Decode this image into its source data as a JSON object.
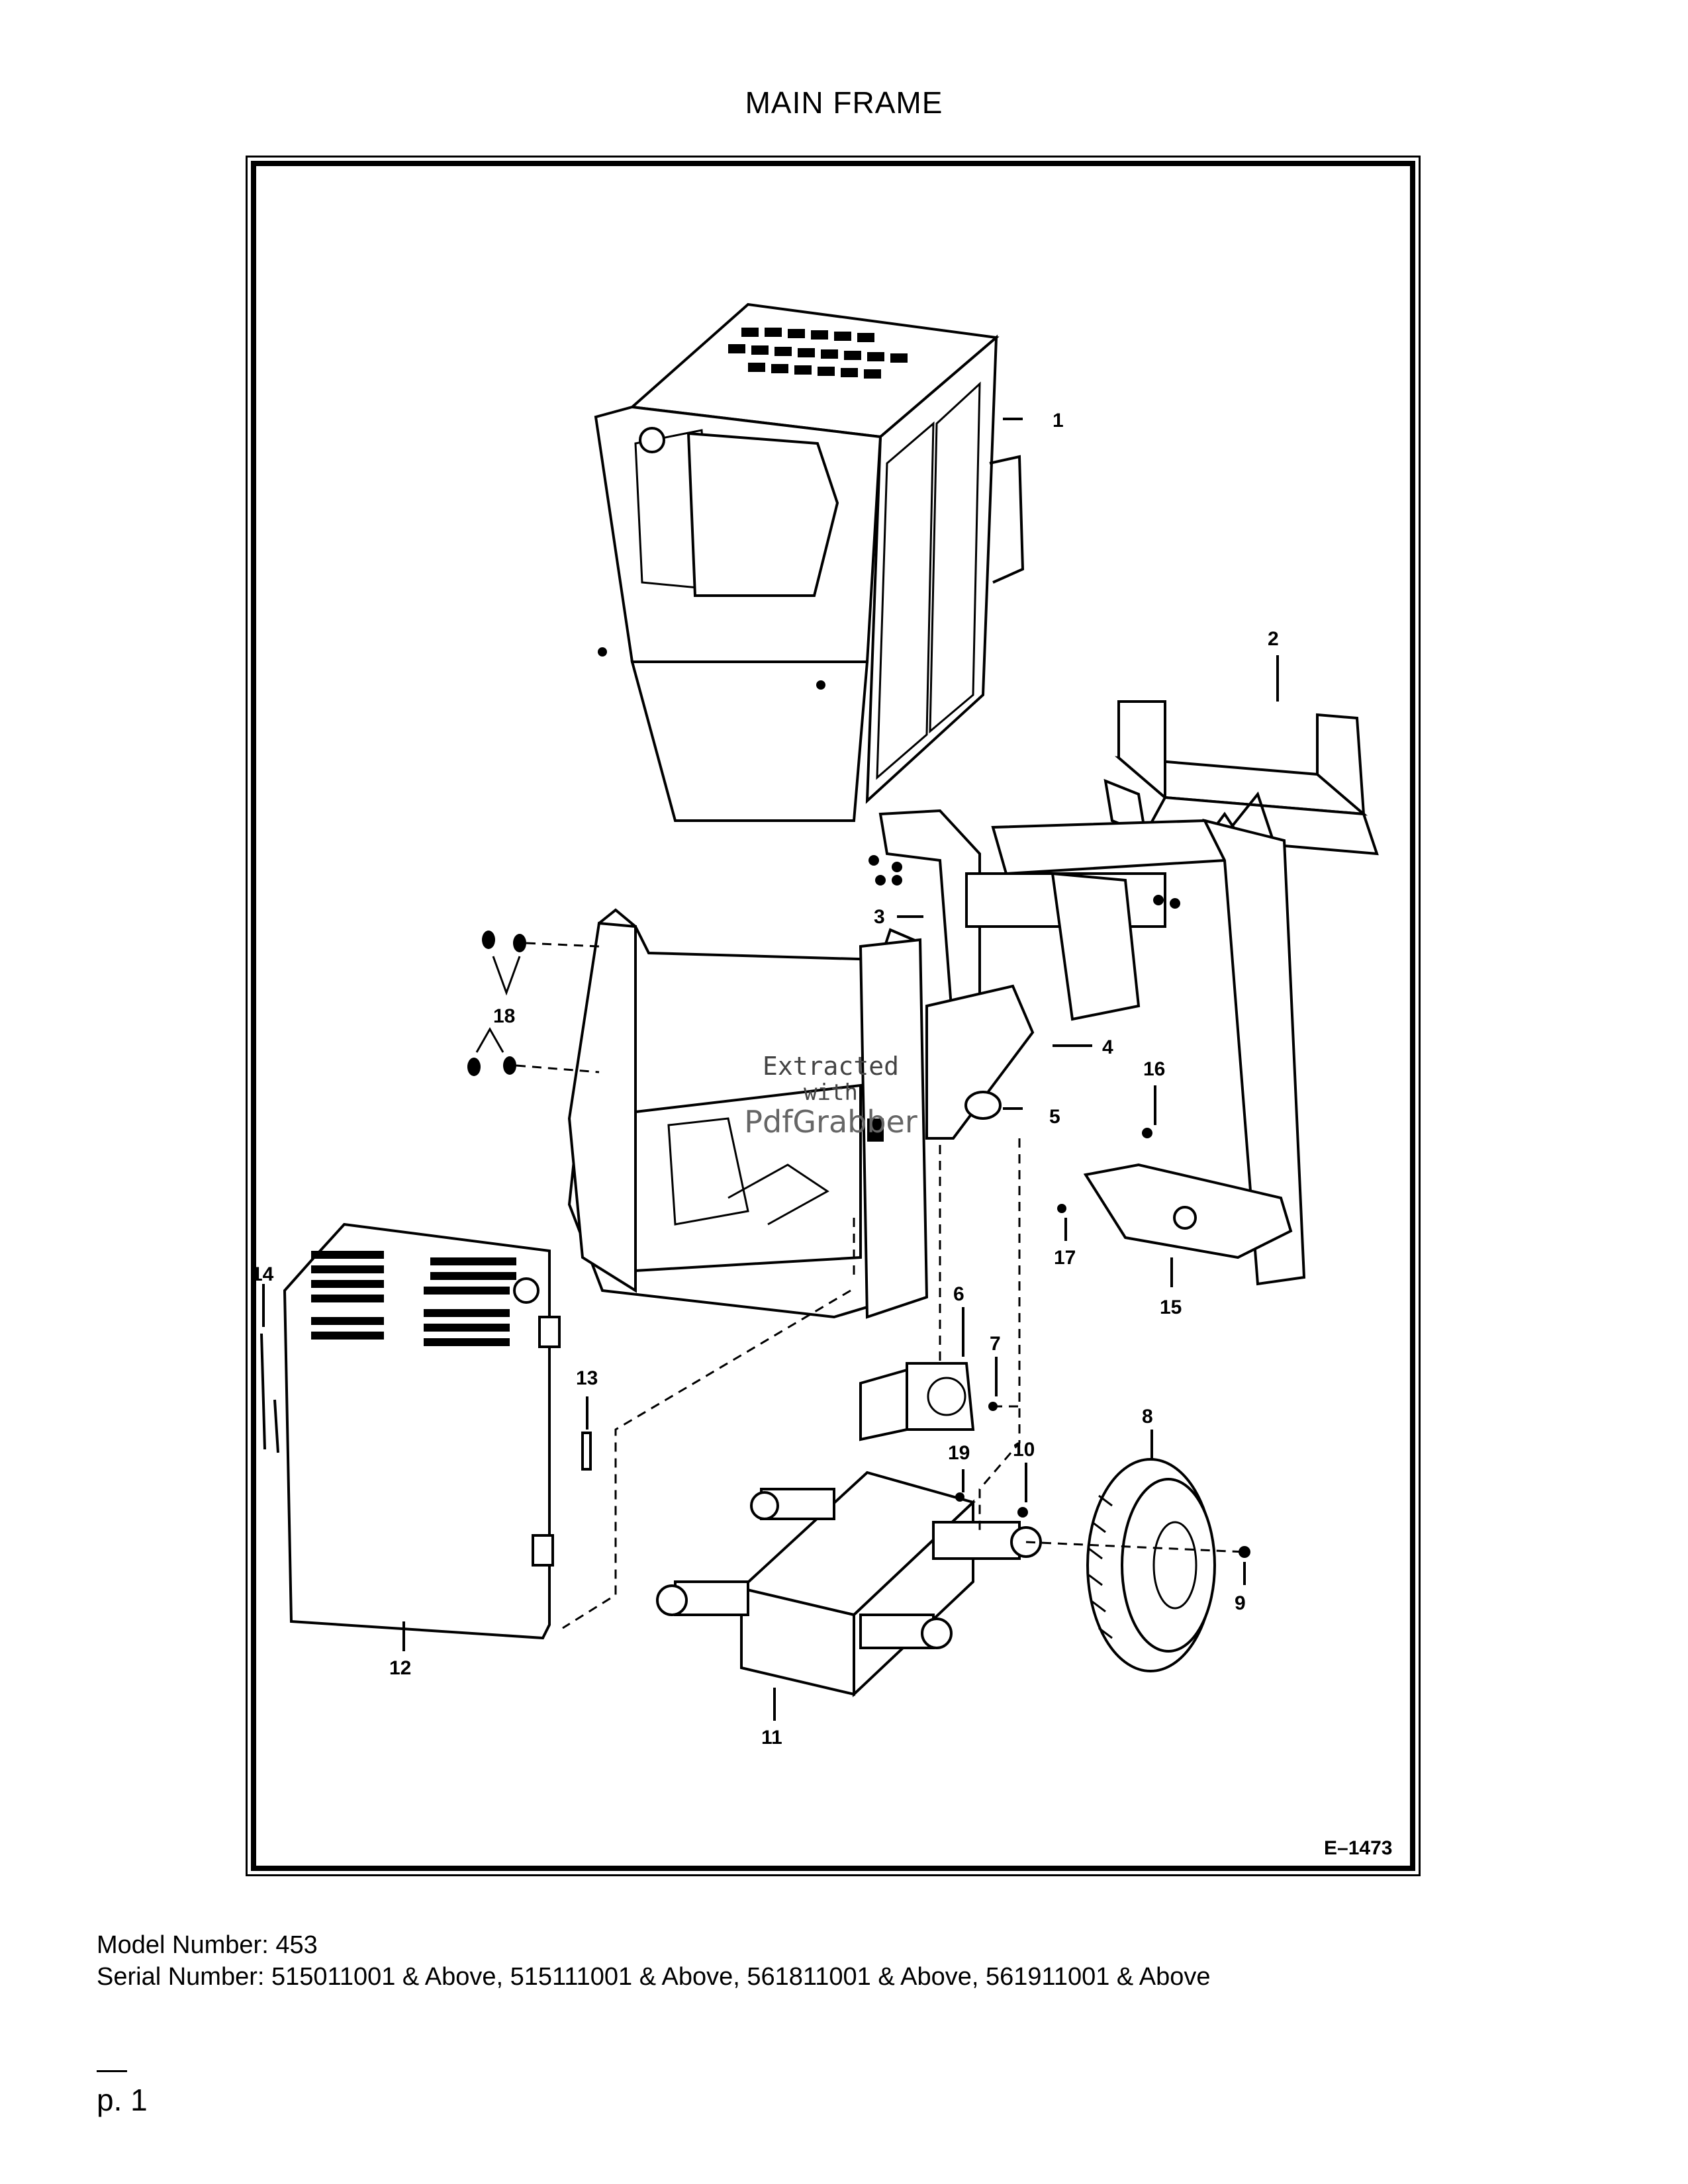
{
  "title": "MAIN FRAME",
  "drawing_id": "E–1473",
  "callouts": [
    "1",
    "2",
    "3",
    "4",
    "5",
    "6",
    "7",
    "8",
    "9",
    "10",
    "11",
    "12",
    "13",
    "14",
    "15",
    "16",
    "17",
    "18",
    "19"
  ],
  "watermark": {
    "line1": "Extracted",
    "line2": "with",
    "line3": "PdfGrabber"
  },
  "footer": {
    "model": "Model Number: 453",
    "serial": "Serial Number: 515011001 & Above, 515111001 & Above, 561811001 & Above, 561911001 & Above"
  },
  "page": "p. 1"
}
